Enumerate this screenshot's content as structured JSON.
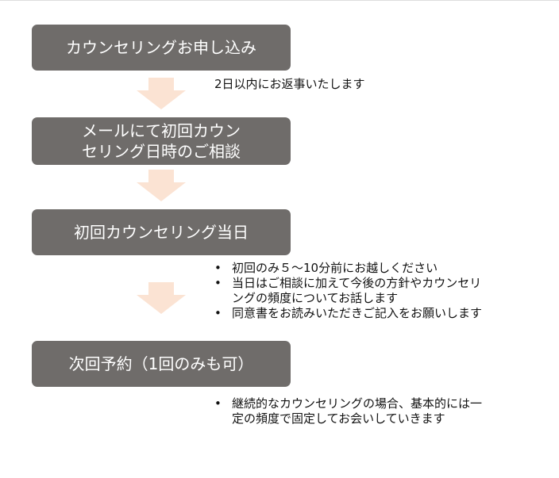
{
  "steps": [
    {
      "lines": [
        "カウンセリングお申し込み"
      ]
    },
    {
      "lines": [
        "メールにて初回カウン",
        "セリング日時のご相談"
      ]
    },
    {
      "lines": [
        "初回カウンセリング当日"
      ]
    },
    {
      "lines": [
        "次回予約（1回のみも可）"
      ]
    }
  ],
  "notes": {
    "after_step_1": "2日以内にお返事いたします"
  },
  "bullet_marker": "•",
  "bullets_step_3": [
    {
      "lines": [
        "初回のみ５～10分前にお越しください"
      ]
    },
    {
      "lines": [
        "当日はご相談に加えて今後の方針やカウンセリ",
        "ングの頻度についてお話します"
      ]
    },
    {
      "lines": [
        "同意書をお読みいただきご記入をお願いします"
      ]
    }
  ],
  "bullets_step_4": [
    {
      "lines": [
        "継続的なカウンセリングの場合、基本的には一",
        "定の頻度で固定してお会いしていきます"
      ]
    }
  ],
  "colors": {
    "step_box": "#6f6c6a",
    "arrow": "#fbe3d3"
  }
}
